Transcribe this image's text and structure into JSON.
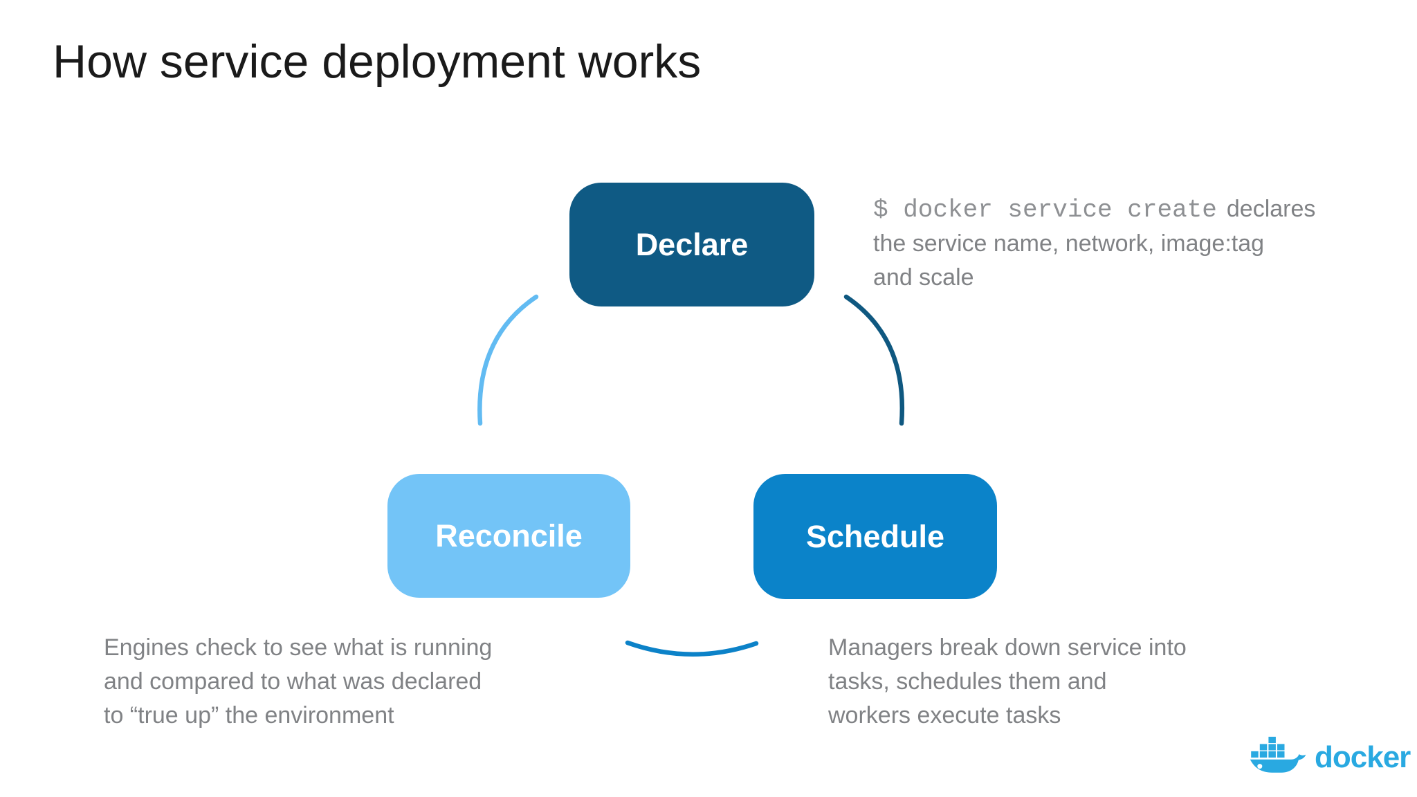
{
  "slide": {
    "title": "How service deployment works"
  },
  "diagram": {
    "type": "cycle",
    "nodes": [
      {
        "id": "declare",
        "label": "Declare"
      },
      {
        "id": "reconcile",
        "label": "Reconcile"
      },
      {
        "id": "schedule",
        "label": "Schedule"
      }
    ],
    "flow": [
      "Declare",
      "Schedule",
      "Reconcile"
    ]
  },
  "notes": {
    "declare": {
      "command": "$ docker service create",
      "line1_rest": "declares",
      "line2": "the service name, network, image:tag",
      "line3": "and scale"
    },
    "reconcile": {
      "lines": [
        "Engines check to see what is running",
        "and compared to what was declared",
        "to “true up” the environment"
      ]
    },
    "schedule": {
      "lines": [
        "Managers break down service into",
        "tasks, schedules them and",
        "workers execute tasks"
      ]
    }
  },
  "brand": {
    "wordmark": "docker"
  },
  "colors": {
    "node-declare": "#0F5A84",
    "node-reconcile": "#73C4F7",
    "node-schedule": "#0B83C9",
    "arc-left": "#62BBF2",
    "arc-right": "#0F5880",
    "arc-bottom": "#0C82C8",
    "note-gray": "#808285",
    "mono-gray": "#8E9093",
    "title": "#1A1A1A",
    "docker-blue": "#29A9E1"
  }
}
